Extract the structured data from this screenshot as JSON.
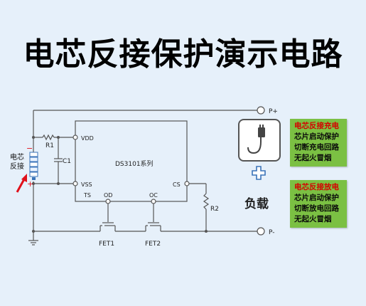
{
  "title": "电芯反接保护演示电路",
  "diagram": {
    "terminals": {
      "p_plus": "P+",
      "p_minus": "P-"
    },
    "ic": {
      "name": "DS3101系列",
      "pins": {
        "vdd": "VDD",
        "vss": "VSS",
        "ts": "TS",
        "od": "OD",
        "oc": "OC",
        "cs": "CS"
      }
    },
    "components": {
      "r1": "R1",
      "c1": "C1",
      "r2": "R2",
      "fet1": "FET1",
      "fet2": "FET2"
    },
    "battery": {
      "label_line1": "电芯",
      "label_line2": "反接",
      "minus": "−",
      "plus": "+"
    }
  },
  "load_label": "负载",
  "charge_box": {
    "heading": "电芯反接充电",
    "lines": [
      "芯片启动保护",
      "切断充电回路",
      "无起火冒烟"
    ]
  },
  "discharge_box": {
    "heading": "电芯反接放电",
    "lines": [
      "芯片启动保护",
      "切断放电回路",
      "无起火冒烟"
    ]
  },
  "colors": {
    "background": "#e6f0fa",
    "box_green": "#7bc043",
    "heading_red": "#d40000",
    "arrow_red": "#e0101a"
  },
  "icons": [
    "charger-icon",
    "plus-icon",
    "arrow-icon"
  ]
}
